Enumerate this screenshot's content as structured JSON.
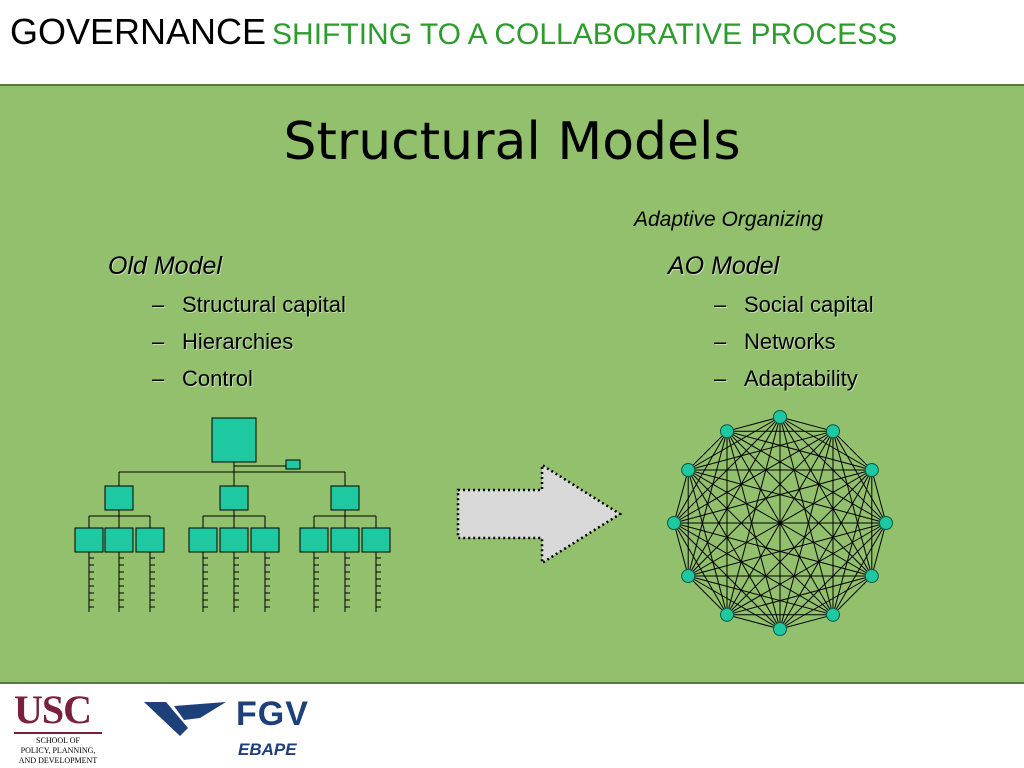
{
  "header": {
    "title": "GOVERNANCE",
    "subtitle": "SHIFTING TO A COLLABORATIVE PROCESS"
  },
  "slide": {
    "title": "Structural Models",
    "ao_caption": "Adaptive Organizing"
  },
  "old_model": {
    "heading": "Old Model",
    "items": [
      "Structural capital",
      "Hierarchies",
      "Control"
    ]
  },
  "ao_model": {
    "heading": "AO Model",
    "items": [
      "Social capital",
      "Networks",
      "Adaptability"
    ]
  },
  "bullet_dash": "–",
  "network": {
    "node_count": 12
  },
  "colors": {
    "panel": "#92c06c",
    "node_fill": "#1ec8a0",
    "header_subtitle": "#2e9b2e",
    "usc": "#7a1f3d",
    "fgv": "#1d3f7a"
  },
  "footer": {
    "usc": {
      "wordmark": "USC",
      "lines": [
        "SCHOOL OF",
        "POLICY, PLANNING,",
        "AND DEVELOPMENT"
      ]
    },
    "fgv": {
      "wordmark": "FGV",
      "sub": "EBAPE"
    }
  }
}
